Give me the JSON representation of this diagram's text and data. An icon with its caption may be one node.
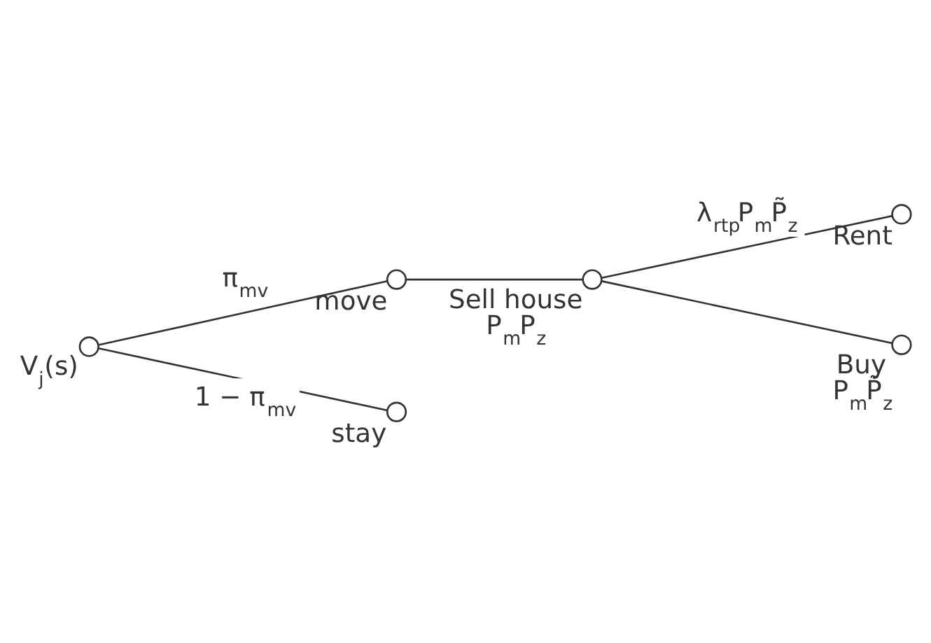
{
  "diagram": {
    "nodes": [
      {
        "text": [
          "V$_{j}$(s)"
        ]
      },
      {
        "text": [
          "move"
        ]
      },
      {
        "text": [
          "stay"
        ]
      },
      {
        "text": [
          "Sell house"
        ],
        "beside": [
          "P$_{m}$P$_{z}$"
        ]
      },
      {
        "text": [
          "Rent"
        ]
      },
      {
        "text": [
          "Buy"
        ],
        "beside": [
          "P$_{m}$P̃$_{z}$"
        ]
      }
    ],
    "edges": [
      {
        "from": 0,
        "to": 1,
        "arrow": "none",
        "label": "π$_{mv}$"
      },
      {
        "from": 0,
        "to": 2,
        "arrow": "none",
        "label": "1 − π$_{mv}$"
      },
      {
        "from": 1,
        "to": 3,
        "arrow": "none"
      },
      {
        "from": 3,
        "to": 4,
        "arrow": "none",
        "label": "λ$_{rtp}$P$_{m}$P̃$_{z}$"
      },
      {
        "from": 3,
        "to": 5,
        "arrow": "none"
      }
    ]
  }
}
